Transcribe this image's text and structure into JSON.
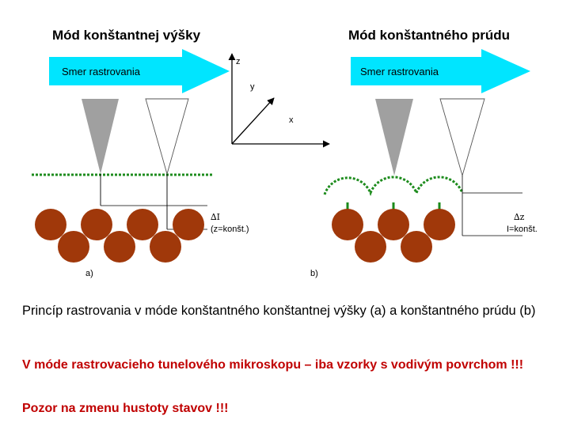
{
  "titles": {
    "left": "Mód konštantnej výšky",
    "right": "Mód konštantného prúdu"
  },
  "arrows": {
    "left_label": "Smer rastrovania",
    "right_label": "Smer rastrovania"
  },
  "axes": {
    "z": "z",
    "y": "y",
    "x": "x"
  },
  "labels": {
    "delta_i": "∆I",
    "z_const": "(z=konšt.)",
    "delta_z": "∆z",
    "i_const": "I=konšt.",
    "panel_a": "a)",
    "panel_b": "b)"
  },
  "caption": "Princíp rastrovania v móde konštantného konštantnej výšky (a) a konštantného prúdu (b)",
  "notes": {
    "note1": "V móde rastrovacieho tunelového mikroskopu – iba vzorky s vodivým povrchom !!!",
    "note2": "Pozor na zmenu hustoty stavov !!!"
  },
  "colors": {
    "arrow": "#00e5ff",
    "atom": "#a0380a",
    "tip_gray": "#a0a0a0",
    "dotted_line": "#1e8c1e",
    "green_arrow": "#1a8a1a",
    "note_text": "#c00000"
  }
}
